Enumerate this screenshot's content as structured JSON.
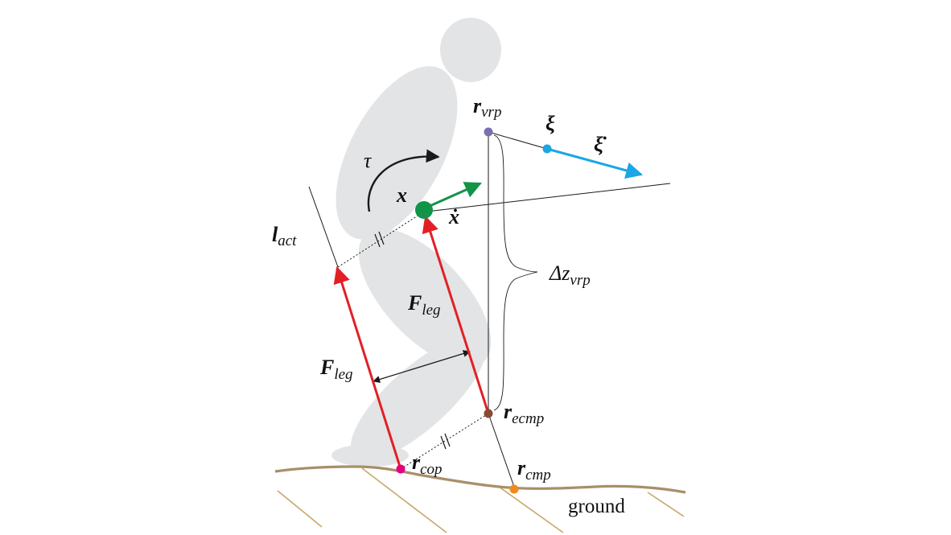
{
  "colors": {
    "body": "#e3e4e6",
    "ground": "#a88f6a",
    "hatch": "#c9a66b",
    "force": "#e12026",
    "com": "#119448",
    "dcm_velocity": "#1ba6e6",
    "vrp_point": "#7b6fb0",
    "ecmp_point": "#8a4a32",
    "cop_point": "#e6007e",
    "cmp_point": "#f08a1c",
    "line": "#1a1a1a"
  },
  "labels": {
    "tau": "τ",
    "x": "x",
    "x_dot": "ẋ",
    "xi": "ξ",
    "xi_dot": "ξ̇",
    "r_vrp": {
      "main": "r",
      "sub": "vrp"
    },
    "l_act": {
      "main": "l",
      "sub": "act"
    },
    "dz_vrp": {
      "main": "Δz",
      "sub": "vrp"
    },
    "F_leg_top": {
      "main": "F",
      "sub": "leg"
    },
    "F_leg_bottom": {
      "main": "F",
      "sub": "leg"
    },
    "r_ecmp": {
      "main": "r",
      "sub": "ecmp"
    },
    "r_cop": {
      "main": "r",
      "sub": "cop"
    },
    "r_cmp": {
      "main": "r",
      "sub": "cmp"
    },
    "ground": "ground"
  }
}
